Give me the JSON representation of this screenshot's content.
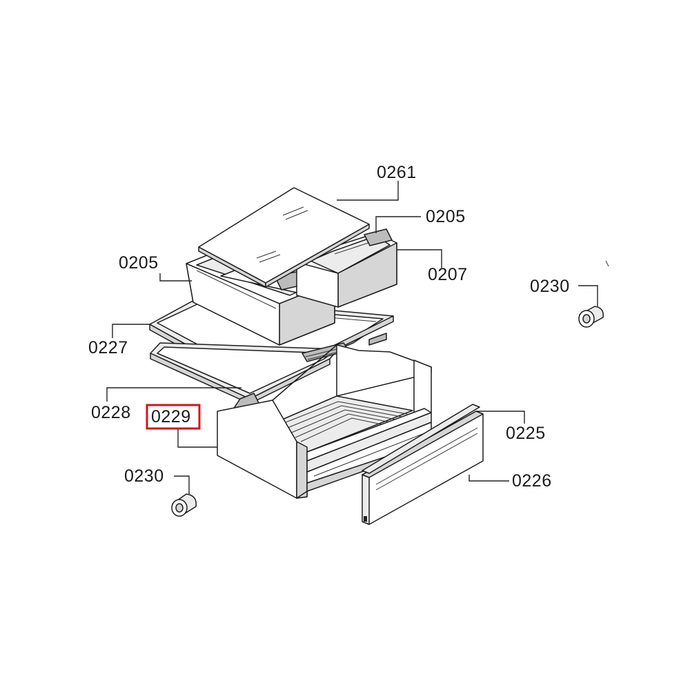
{
  "diagram": {
    "highlight_color": "#d0161b",
    "highlighted_part": "0229",
    "labels": {
      "p0261": "0261",
      "p0205_right": "0205",
      "p0205_left": "0205",
      "p0207": "0207",
      "p0230_right": "0230",
      "p0227": "0227",
      "p0228": "0228",
      "p0229": "0229",
      "p0225": "0225",
      "p0230_left": "0230",
      "p0226": "0226"
    }
  }
}
